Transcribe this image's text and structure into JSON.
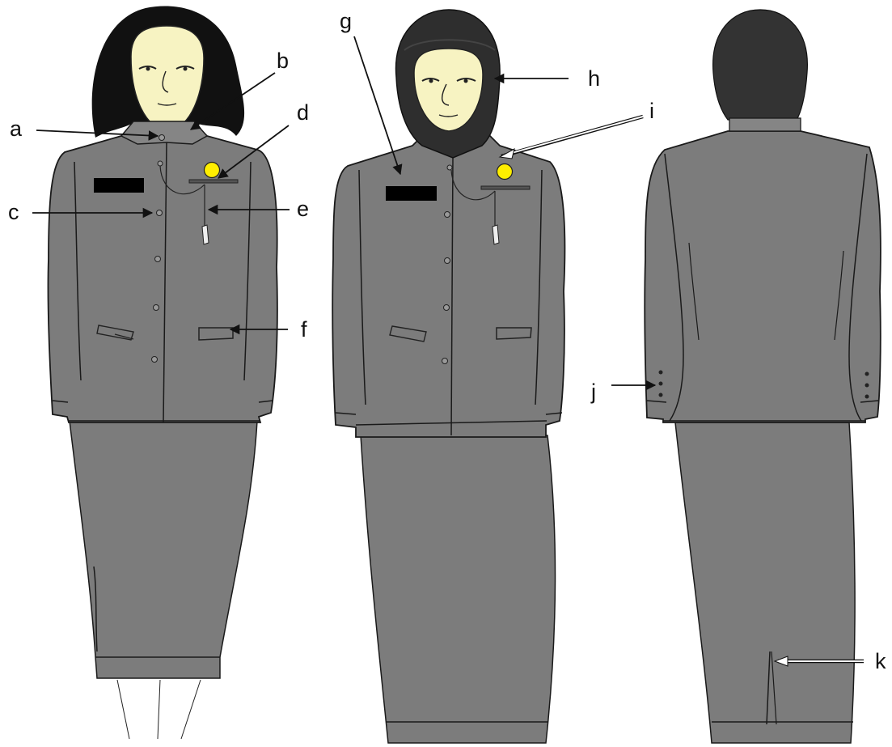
{
  "labels": {
    "a": "a",
    "b": "b",
    "c": "c",
    "d": "d",
    "e": "e",
    "f": "f",
    "g": "g",
    "h": "h",
    "i": "i",
    "j": "j",
    "k": "k"
  },
  "colors": {
    "uniform": "#7c7c7c",
    "outline": "#1a1a1a",
    "skin": "#f7f3c2",
    "hair": "#111111",
    "hijab": "#2e2e2e",
    "badge": "#ffee00",
    "name_tag": "#000000"
  }
}
